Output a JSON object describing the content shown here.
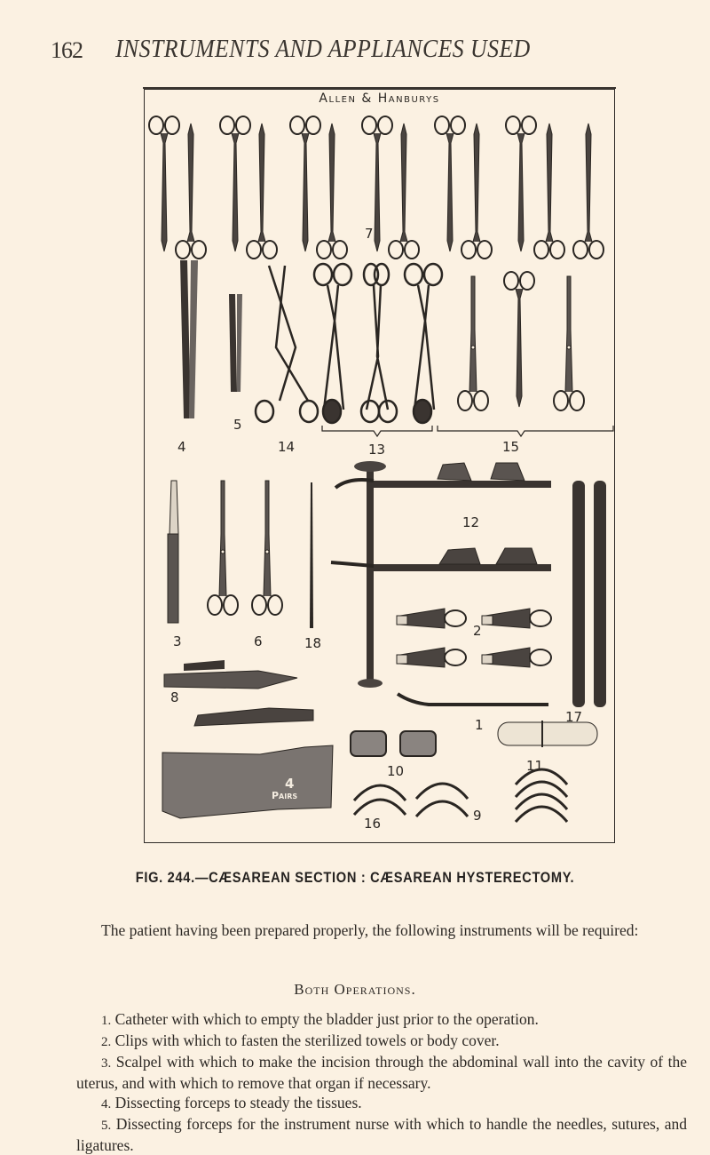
{
  "page": {
    "page_number": "162",
    "running_title": "INSTRUMENTS AND APPLIANCES USED"
  },
  "figure": {
    "maker": "Allen & Hanburys",
    "labels": {
      "l7": "7",
      "l4": "4",
      "l5": "5",
      "l14": "14",
      "l13": "13",
      "l15": "15",
      "l3": "3",
      "l6": "6",
      "l18": "18",
      "l12": "12",
      "l2": "2",
      "l8": "8",
      "l1": "1",
      "l17": "17",
      "l10": "10",
      "l11": "11",
      "l16": "16",
      "l9": "9",
      "glove_count": "4",
      "glove_unit": "Pairs"
    },
    "caption": "FIG. 244.—CÆSAREAN SECTION : CÆSAREAN HYSTERECTOMY."
  },
  "text": {
    "intro": "The patient having been prepared properly, the following instruments will be required:",
    "section_heading": "Both Operations.",
    "items": [
      {
        "num": "1.",
        "text": "Catheter with which to empty the bladder just prior to the operation."
      },
      {
        "num": "2.",
        "text": "Clips with which to fasten the sterilized towels or body cover."
      },
      {
        "num": "3.",
        "text": "Scalpel with which to make the incision through the abdominal wall into the cavity of the uterus, and with which to remove that organ if necessary."
      },
      {
        "num": "4.",
        "text": "Dissecting forceps to steady the tissues."
      },
      {
        "num": "5.",
        "text": "Dissecting forceps for the instrument nurse with which to handle the needles, sutures, and ligatures."
      }
    ]
  }
}
